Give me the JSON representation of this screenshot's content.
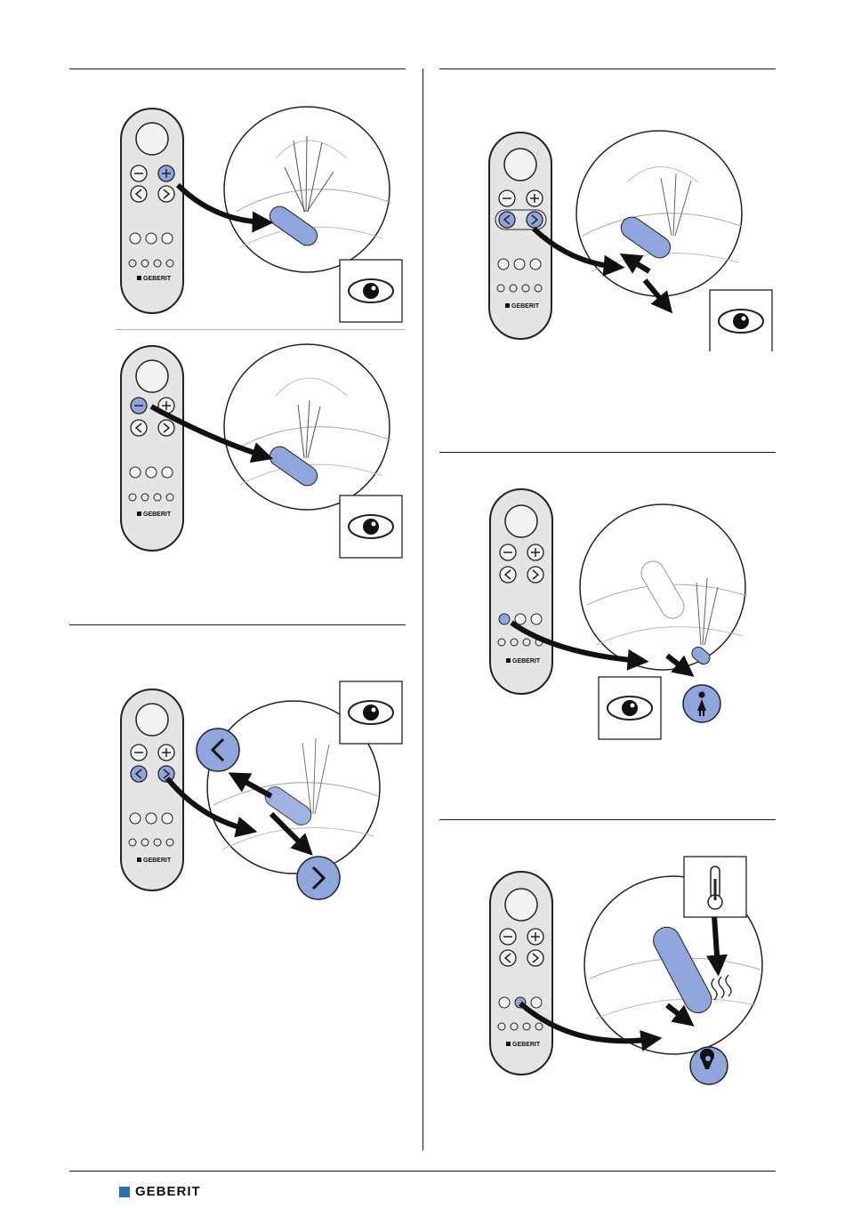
{
  "remote": {
    "brand_label": "GEBERIT",
    "minus_symbol": "−",
    "plus_symbol": "+",
    "left_symbol": "‹",
    "right_symbol": "›"
  },
  "footer": {
    "brand": "GEBERIT"
  },
  "colors": {
    "accent": "#8fa6dc",
    "line": "#1a1a1a",
    "remote_body": "#e4e4e4",
    "brand_blue": "#2f6db5"
  },
  "icons": {
    "eye": "eye-icon",
    "thermometer": "thermometer-icon",
    "dryer": "dryer-icon",
    "lady_wash": "lady-wash-icon",
    "arrow_left_round": "chevron-left-round-icon",
    "arrow_right_round": "chevron-right-round-icon"
  },
  "panels": [
    {
      "id": "intensity-plus",
      "highlight": "plus"
    },
    {
      "id": "intensity-minus",
      "highlight": "minus"
    },
    {
      "id": "position-left-right",
      "highlight": "left-right"
    },
    {
      "id": "position-eye",
      "highlight": "left-right"
    },
    {
      "id": "lady-wash",
      "highlight": "lady"
    },
    {
      "id": "dryer",
      "highlight": "dryer"
    }
  ]
}
